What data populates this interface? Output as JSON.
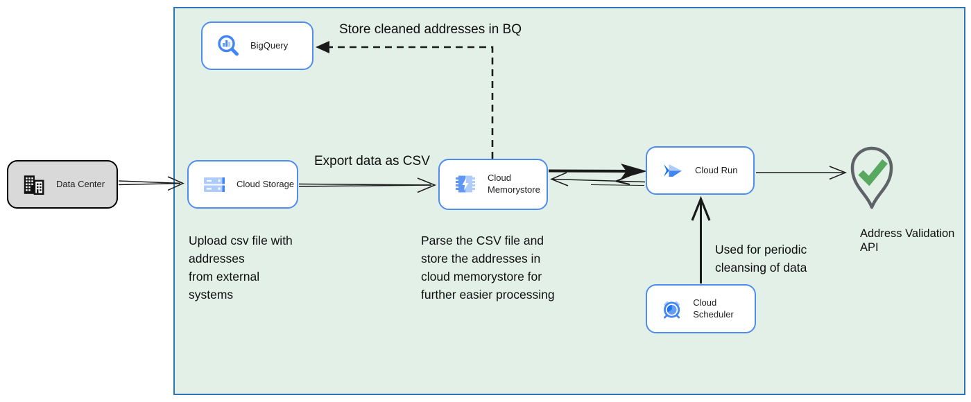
{
  "nodes": {
    "data_center": {
      "label": "Data Center"
    },
    "bigquery": {
      "label": "BigQuery"
    },
    "cloud_storage": {
      "label": "Cloud Storage"
    },
    "cloud_memorystore": {
      "label": "Cloud\nMemorystore"
    },
    "cloud_run": {
      "label": "Cloud Run"
    },
    "cloud_scheduler": {
      "label": "Cloud Scheduler"
    }
  },
  "api": {
    "label": "Address Validation\nAPI"
  },
  "edges": {
    "store_bq": {
      "label": "Store cleaned addresses in BQ",
      "style": "dashed"
    },
    "export_csv": {
      "label": "Export data as CSV",
      "style": "solid"
    },
    "periodic": {
      "label": "Used for periodic\ncleansing of data",
      "style": "solid"
    }
  },
  "notes": {
    "upload": "Upload csv file with\naddresses\nfrom external\nsystems",
    "parse": "Parse the CSV file and\nstore the addresses in\ncloud  memorystore for\nfurther easier processing"
  },
  "colors": {
    "container_fill": "#e3f0e8",
    "container_border": "#2e75b6",
    "node_border": "#4e8cf0",
    "node_fill": "#ffffff",
    "datacenter_fill": "#d9d9d9",
    "google_blue": "#4285f4",
    "medium_blue": "#669df6",
    "light_blue": "#aecbfa",
    "check_green": "#58a860",
    "pin_outline": "#5f6368",
    "arrow_black": "#1a1a1a"
  }
}
